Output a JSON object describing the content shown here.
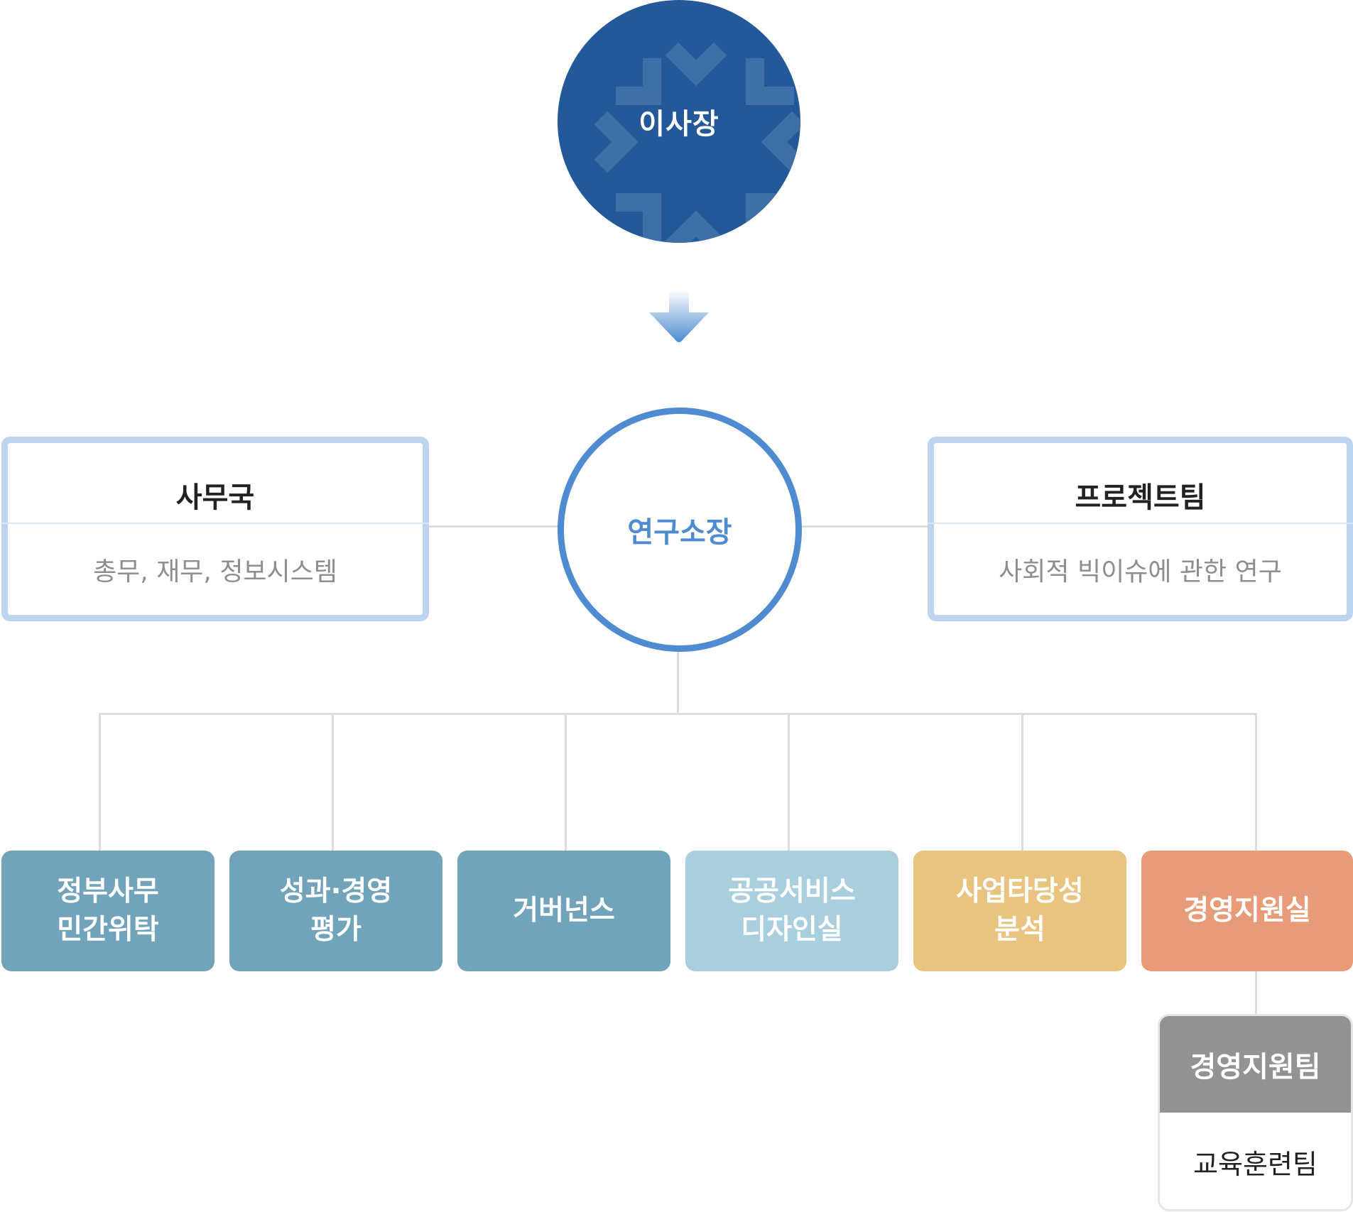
{
  "chairman": {
    "label": "이사장",
    "color": "#235998"
  },
  "director": {
    "label": "연구소장",
    "color": "#4e8bd0"
  },
  "secretariat": {
    "title": "사무국",
    "desc": "총무, 재무, 정보시스템"
  },
  "project_team": {
    "title": "프로젝트팀",
    "desc": "사회적 빅이슈에 관한 연구"
  },
  "departments": [
    {
      "label": "정부사무\n민간위탁",
      "color": "#71a4ba"
    },
    {
      "label": "성과·경영\n평가",
      "color": "#71a4ba"
    },
    {
      "label": "거버넌스",
      "color": "#71a4ba"
    },
    {
      "label": "공공서비스\n디자인실",
      "color": "#a9cedd"
    },
    {
      "label": "사업타당성\n분석",
      "color": "#e8c480"
    },
    {
      "label": "경영지원실",
      "color": "#e79b79"
    }
  ],
  "sub_team": {
    "head": "경영지원팀",
    "sub": "교육훈련팀",
    "head_color": "#939393"
  }
}
